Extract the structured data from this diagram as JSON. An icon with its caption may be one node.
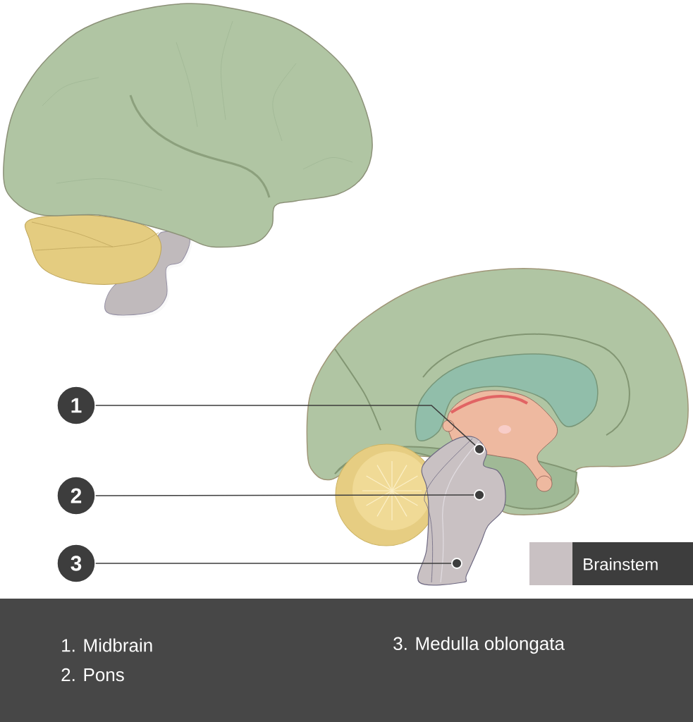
{
  "diagram": {
    "nodes": [
      {
        "text": [
          "1"
        ]
      },
      {
        "text": [
          "2"
        ]
      },
      {
        "text": [
          "3"
        ]
      },
      {
        "text": [],
        "shape": "circle"
      },
      {
        "text": [],
        "shape": "circle"
      },
      {
        "text": [],
        "shape": "circle"
      }
    ],
    "edges": [
      {
        "from": 0,
        "to": 3,
        "arrow": "none"
      },
      {
        "from": 1,
        "to": 4,
        "arrow": "none"
      },
      {
        "from": 2,
        "to": 5,
        "arrow": "none"
      }
    ],
    "labels": [
      "1. Midbrain",
      "2. Pons",
      "3. Medulla oblongata"
    ],
    "legend": [
      {
        "text": "Brainstem",
        "color": "#c9c1c3"
      }
    ]
  }
}
